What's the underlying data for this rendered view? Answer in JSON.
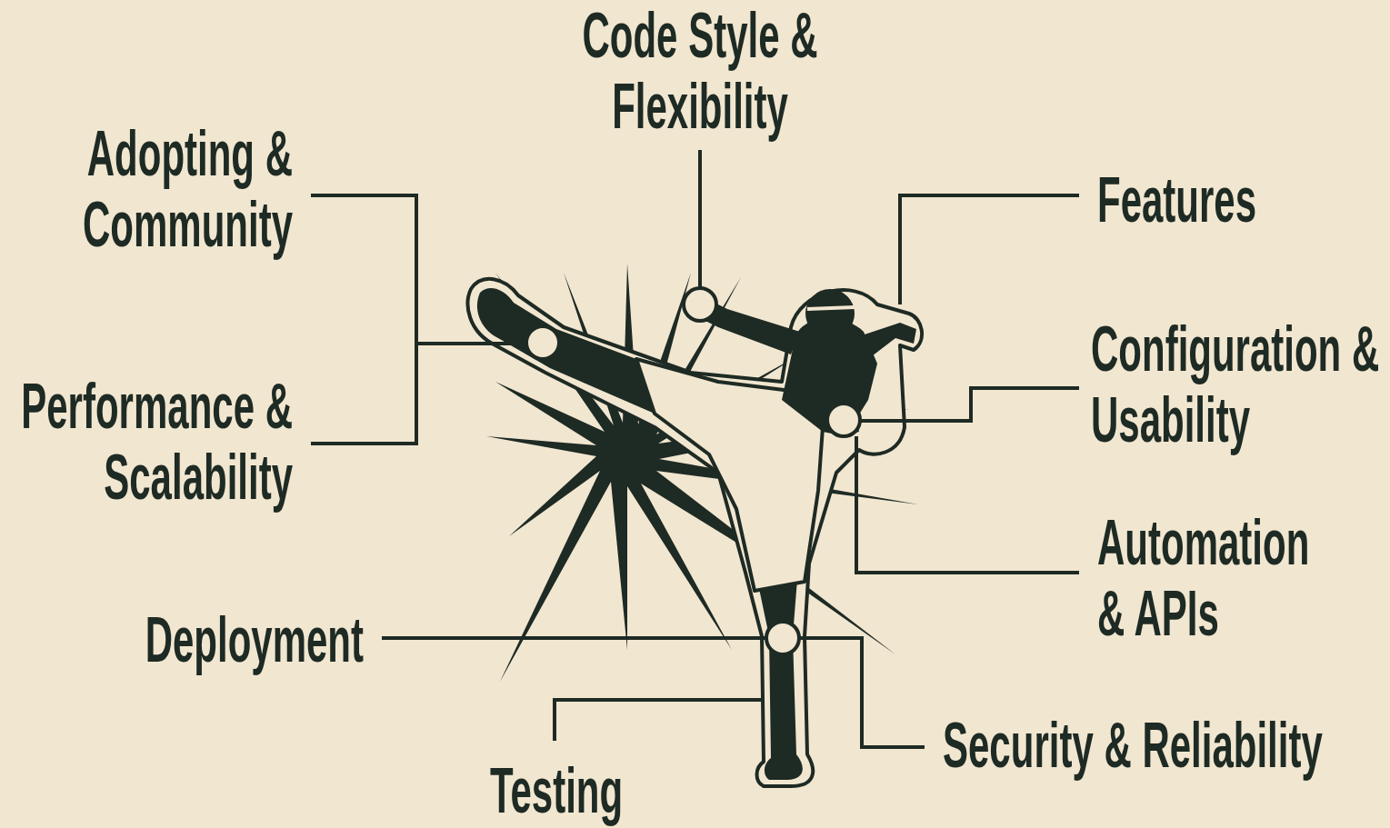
{
  "diagram": {
    "labels": [
      "Code Style & Flexibility",
      "Adopting & Community",
      "Features",
      "Configuration & Usability",
      "Performance & Scalability",
      "Automation & APIs",
      "Deployment",
      "Security & Reliability",
      "Testing"
    ]
  }
}
